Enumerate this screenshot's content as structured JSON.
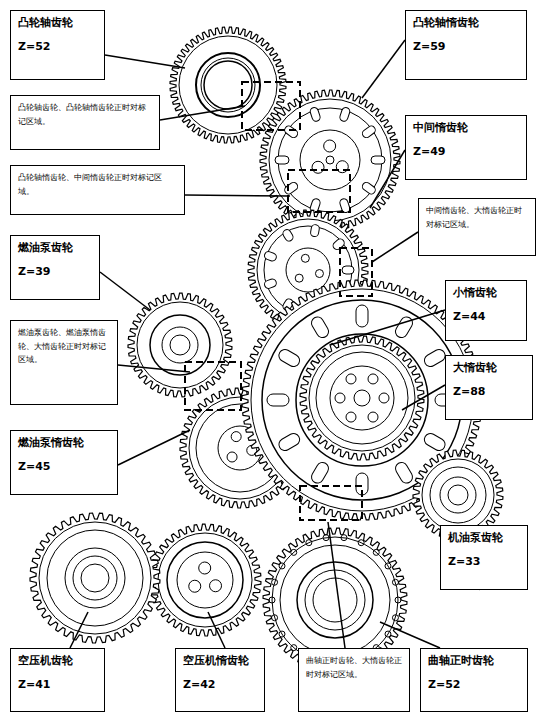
{
  "diagram": {
    "nodes": [
      {
        "text": [
          "凸轮轴齿轮",
          "Z=52"
        ]
      },
      {
        "text": [
          "凸轮轴惰齿轮",
          "Z=59"
        ]
      },
      {
        "text": [
          "凸轮轴齿轮、凸轮轴惰齿轮正时对标记区域。"
        ]
      },
      {
        "text": [
          "中间惰齿轮",
          "Z=49"
        ]
      },
      {
        "text": [
          "凸轮轴惰齿轮、中间惰齿轮正时对标记区域。"
        ]
      },
      {
        "text": [
          "中间惰齿轮、大惰齿轮正时对标记区域。"
        ]
      },
      {
        "text": [
          "燃油泵齿轮",
          "Z=39"
        ]
      },
      {
        "text": [
          "小惰齿轮",
          "Z=44"
        ]
      },
      {
        "text": [
          "燃油泵齿轮、燃油泵惰齿轮、大惰齿轮正时对标记区域。"
        ]
      },
      {
        "text": [
          "大惰齿轮",
          "Z=88"
        ]
      },
      {
        "text": [
          "燃油泵惰齿轮",
          "Z=45"
        ]
      },
      {
        "text": [
          "机油泵齿轮",
          "Z=33"
        ]
      },
      {
        "text": [
          "空压机齿轮",
          "Z=41"
        ]
      },
      {
        "text": [
          "空压机惰齿轮",
          "Z=42"
        ]
      },
      {
        "text": [
          "曲轴正时齿轮、大惰齿轮正时对标记区域。"
        ]
      },
      {
        "text": [
          "曲轴正时齿轮",
          "Z=52"
        ]
      }
    ]
  }
}
